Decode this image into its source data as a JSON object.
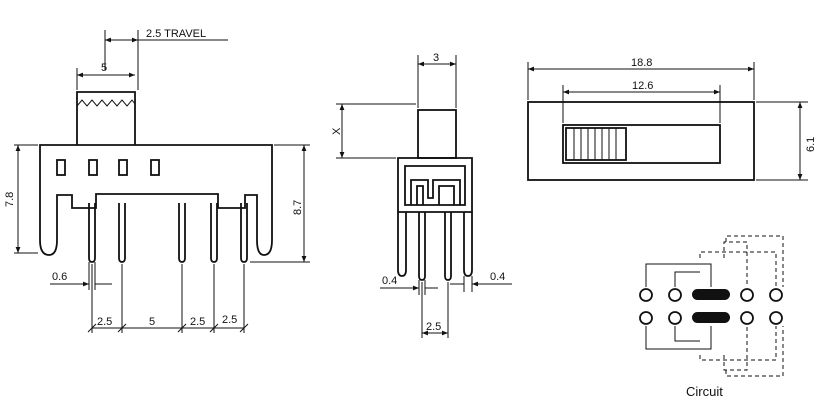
{
  "colors": {
    "line": "#111111",
    "background": "#ffffff"
  },
  "side_view": {
    "travel": "2.5 TRAVEL",
    "actuator_width": "5",
    "body_height": "7.8",
    "overall_height": "8.7",
    "pin_thickness": "0.6",
    "pitch_left": "2.5",
    "pitch_center": "5",
    "pitch_right_1": "2.5",
    "pitch_right_2": "2.5"
  },
  "end_view": {
    "actuator_width": "3",
    "actuator_height": "X",
    "pin_thickness_left": "0.4",
    "pin_thickness_right": "0.4",
    "pin_pitch": "2.5"
  },
  "top_view": {
    "overall_length": "18.8",
    "window_length": "12.6",
    "width": "6.1"
  },
  "circuit": {
    "caption": "Circuit"
  }
}
